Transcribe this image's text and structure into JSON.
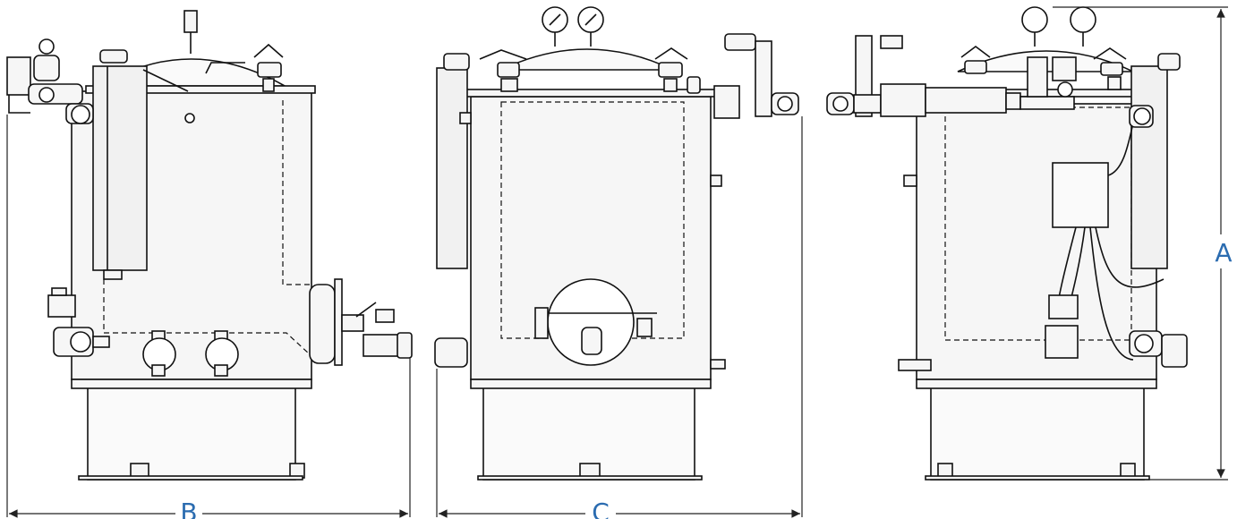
{
  "dimensions": {
    "a_label": "A",
    "b_label": "B",
    "c_label": "C"
  },
  "colors": {
    "line": "#111111",
    "fill": "#f6f6f6",
    "dim": "#222222",
    "label": "#2b6cb0"
  }
}
